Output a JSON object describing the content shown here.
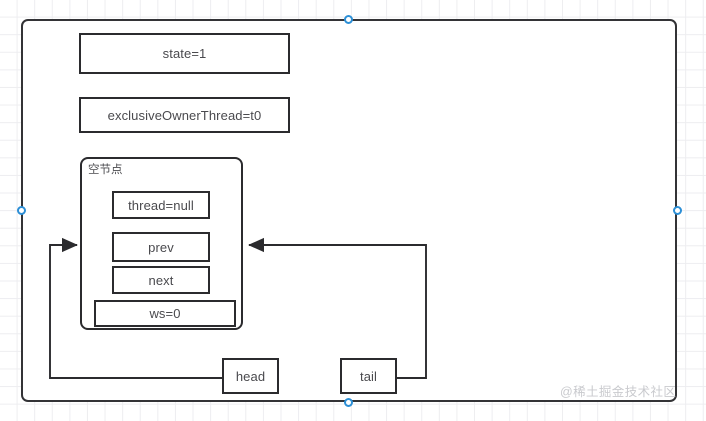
{
  "diagram": {
    "title_watermark": "@稀土掘金技术社区",
    "outer_container": {
      "name": "AQS object container",
      "border_color": "#333336"
    },
    "fields": [
      {
        "id": "state",
        "label": "state=1"
      },
      {
        "id": "exclusive_owner_thread",
        "label": "exclusiveOwnerThread=t0"
      }
    ],
    "node": {
      "label": "空节点",
      "fields": [
        {
          "id": "thread",
          "label": "thread=null"
        },
        {
          "id": "prev",
          "label": "prev"
        },
        {
          "id": "next",
          "label": "next"
        },
        {
          "id": "waitstatus",
          "label": "ws=0"
        }
      ]
    },
    "pointers": [
      {
        "id": "head",
        "label": "head"
      },
      {
        "id": "tail",
        "label": "tail"
      }
    ],
    "connectors": [
      {
        "from": "head",
        "to": "node",
        "arrow": "right"
      },
      {
        "from": "tail",
        "to": "node",
        "arrow": "left"
      }
    ],
    "selection_handles": [
      {
        "position": "top-center",
        "color": "#2c8fd6"
      },
      {
        "position": "middle-left",
        "color": "#2c8fd6"
      },
      {
        "position": "middle-right",
        "color": "#2c8fd6"
      },
      {
        "position": "bottom-center",
        "color": "#2c8fd6"
      }
    ]
  }
}
